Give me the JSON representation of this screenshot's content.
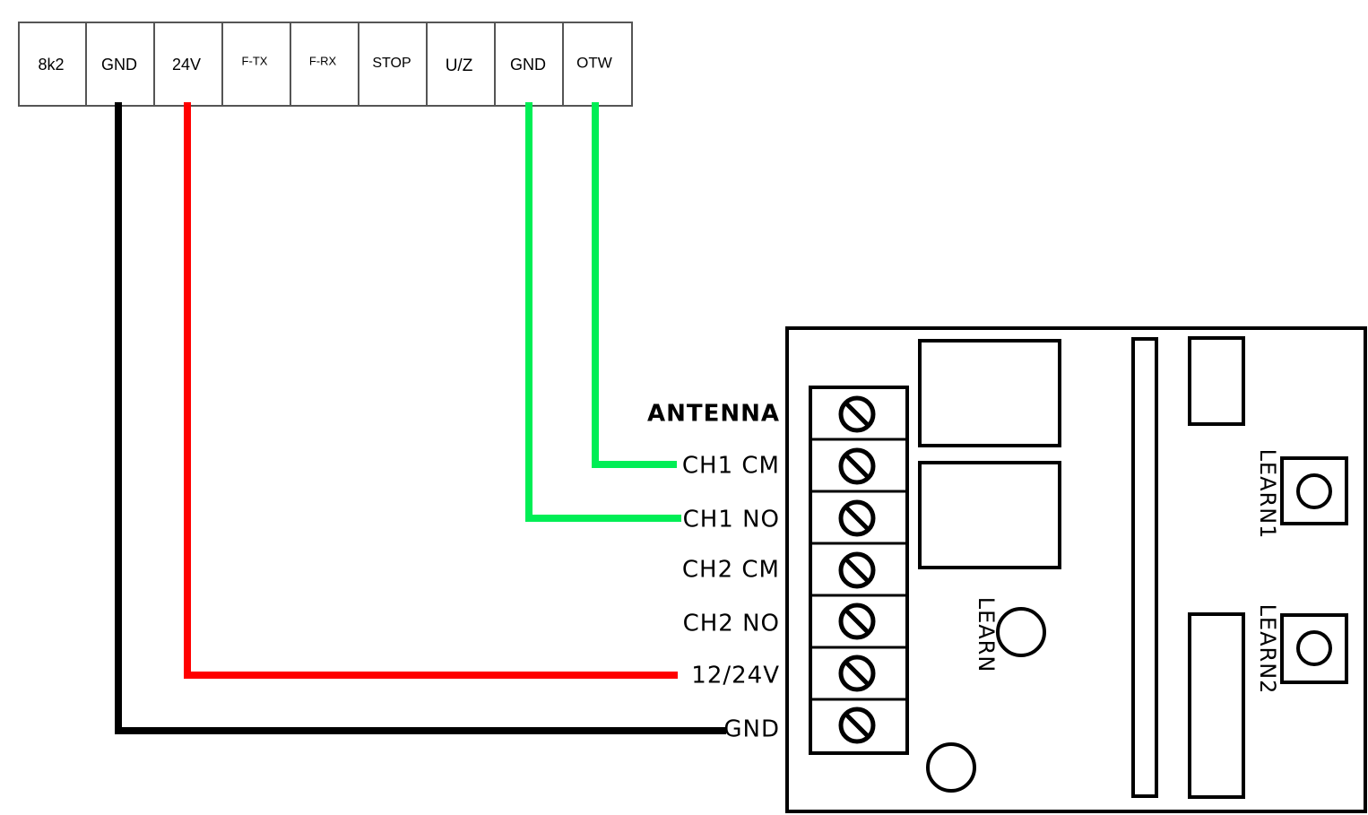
{
  "terminal_block": {
    "cells": [
      "8k2",
      "GND",
      "24V",
      "F-TX",
      "F-RX",
      "STOP",
      "U/Z",
      "GND",
      "OTW"
    ]
  },
  "receiver": {
    "pins": [
      "ANTENNA",
      "CH1 CM",
      "CH1 NO",
      "CH2 CM",
      "CH2 NO",
      "12/24V",
      "GND"
    ],
    "buttons": {
      "learn": "LEARN",
      "learn1": "LEARN1",
      "learn2": "LEARN2"
    }
  },
  "wires": [
    {
      "from": "GND",
      "to": "GND",
      "color": "#000000"
    },
    {
      "from": "24V",
      "to": "12/24V",
      "color": "#ff0000"
    },
    {
      "from": "GND",
      "to": "CH1 NO",
      "color": "#00ee55"
    },
    {
      "from": "OTW",
      "to": "CH1 CM",
      "color": "#00ee55"
    }
  ],
  "colors": {
    "black_wire": "#000000",
    "red_wire": "#ff0000",
    "green_wire": "#00ee55",
    "outline": "#000000",
    "terminal_border": "#555555"
  }
}
